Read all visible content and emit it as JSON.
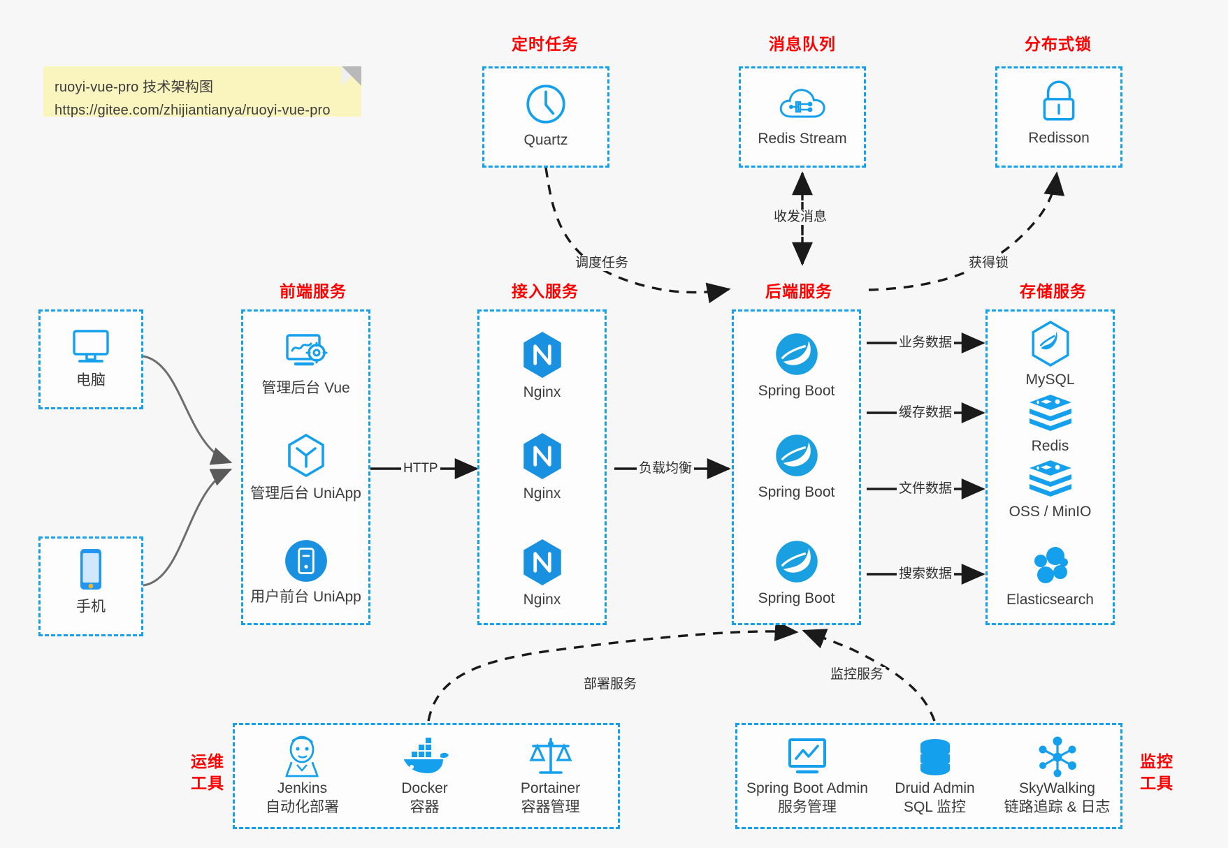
{
  "note": {
    "line1": "ruoyi-vue-pro 技术架构图",
    "line2": "https://gitee.com/zhijiantianya/ruoyi-vue-pro"
  },
  "colors": {
    "accent": "#14a0ec",
    "title": "#ff0000",
    "text": "#3b3b3b",
    "background": "#f7f7f7",
    "note_bg": "#faf5bf",
    "arrow": "#1a1a1a"
  },
  "groups": {
    "scheduled_task": {
      "title": "定时任务",
      "nodes": [
        {
          "label": "Quartz",
          "icon": "clock-icon"
        }
      ]
    },
    "message_queue": {
      "title": "消息队列",
      "nodes": [
        {
          "label": "Redis Stream",
          "icon": "cloud-stream-icon"
        }
      ]
    },
    "distributed_lock": {
      "title": "分布式锁",
      "nodes": [
        {
          "label": "Redisson",
          "icon": "lock-icon"
        }
      ]
    },
    "clients": {
      "nodes": [
        {
          "label": "电脑",
          "icon": "desktop-icon"
        },
        {
          "label": "手机",
          "icon": "mobile-icon"
        }
      ]
    },
    "frontend": {
      "title": "前端服务",
      "nodes": [
        {
          "label": "管理后台 Vue",
          "icon": "dashboard-settings-icon"
        },
        {
          "label": "管理后台 UniApp",
          "icon": "cube-icon"
        },
        {
          "label": "用户前台 UniApp",
          "icon": "phone-circle-icon"
        }
      ]
    },
    "gateway": {
      "title": "接入服务",
      "nodes": [
        {
          "label": "Nginx",
          "icon": "nginx-icon"
        },
        {
          "label": "Nginx",
          "icon": "nginx-icon"
        },
        {
          "label": "Nginx",
          "icon": "nginx-icon"
        }
      ]
    },
    "backend": {
      "title": "后端服务",
      "nodes": [
        {
          "label": "Spring Boot",
          "icon": "spring-boot-icon"
        },
        {
          "label": "Spring Boot",
          "icon": "spring-boot-icon"
        },
        {
          "label": "Spring Boot",
          "icon": "spring-boot-icon"
        }
      ]
    },
    "storage": {
      "title": "存储服务",
      "nodes": [
        {
          "label": "MySQL",
          "icon": "mysql-icon"
        },
        {
          "label": "Redis",
          "icon": "redis-icon"
        },
        {
          "label": "OSS / MinIO",
          "icon": "redis-icon"
        },
        {
          "label": "Elasticsearch",
          "icon": "elasticsearch-icon"
        }
      ]
    },
    "devops": {
      "title_line1": "运维",
      "title_line2": "工具",
      "nodes": [
        {
          "name": "Jenkins",
          "desc": "自动化部署",
          "icon": "jenkins-icon"
        },
        {
          "name": "Docker",
          "desc": "容器",
          "icon": "docker-icon"
        },
        {
          "name": "Portainer",
          "desc": "容器管理",
          "icon": "scales-icon"
        }
      ]
    },
    "monitoring": {
      "title_line1": "监控",
      "title_line2": "工具",
      "nodes": [
        {
          "name": "Spring Boot Admin",
          "desc": "服务管理",
          "icon": "monitor-chart-icon"
        },
        {
          "name": "Druid Admin",
          "desc": "SQL 监控",
          "icon": "database-icon"
        },
        {
          "name": "SkyWalking",
          "desc": "链路追踪 & 日志",
          "icon": "skywalking-icon"
        }
      ]
    }
  },
  "edges": {
    "http": "HTTP",
    "load_balance": "负载均衡",
    "schedule_task": "调度任务",
    "send_receive_message": "收发消息",
    "acquire_lock": "获得锁",
    "business_data": "业务数据",
    "cache_data": "缓存数据",
    "file_data": "文件数据",
    "search_data": "搜索数据",
    "deploy_service": "部署服务",
    "monitor_service": "监控服务"
  }
}
